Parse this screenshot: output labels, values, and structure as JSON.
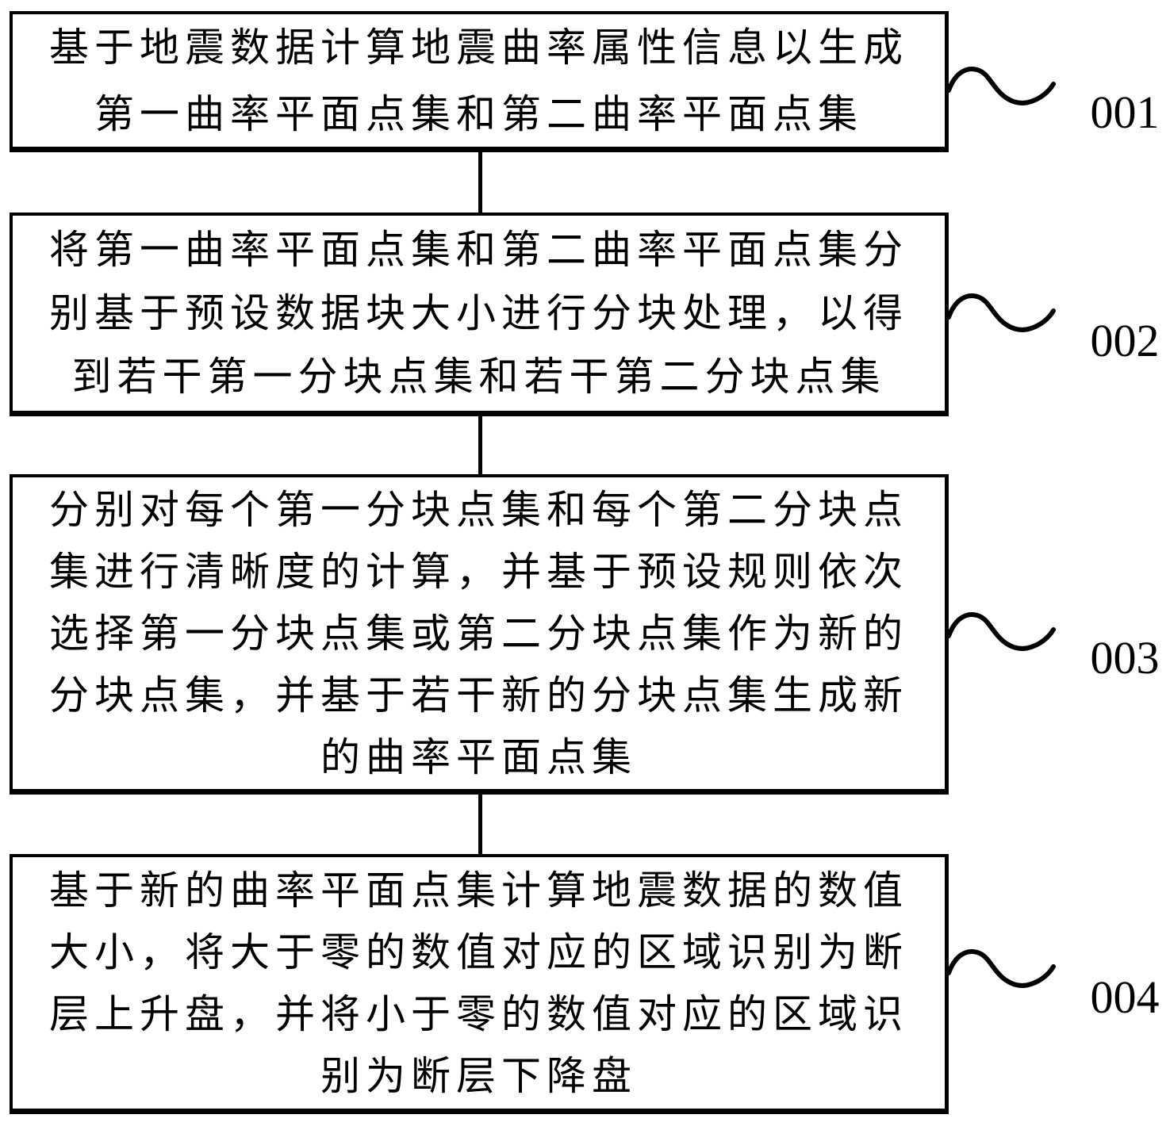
{
  "figure": {
    "type": "flowchart",
    "colors": {
      "line": "#000000",
      "background": "#ffffff"
    },
    "boxes": [
      {
        "label": "001",
        "lines": [
          "基于地震数据计算地震曲率属性信息以生成",
          "第一曲率平面点集和第二曲率平面点集"
        ]
      },
      {
        "label": "002",
        "lines": [
          "将第一曲率平面点集和第二曲率平面点集分",
          "别基于预设数据块大小进行分块处理，以得",
          "到若干第一分块点集和若干第二分块点集"
        ]
      },
      {
        "label": "003",
        "lines": [
          "分别对每个第一分块点集和每个第二分块点",
          "集进行清晰度的计算，并基于预设规则依次",
          "选择第一分块点集或第二分块点集作为新的",
          "分块点集，并基于若干新的分块点集生成新",
          "的曲率平面点集"
        ]
      },
      {
        "label": "004",
        "lines": [
          "基于新的曲率平面点集计算地震数据的数值",
          "大小，将大于零的数值对应的区域识别为断",
          "层上升盘，并将小于零的数值对应的区域识",
          "别为断层下降盘"
        ]
      }
    ]
  }
}
